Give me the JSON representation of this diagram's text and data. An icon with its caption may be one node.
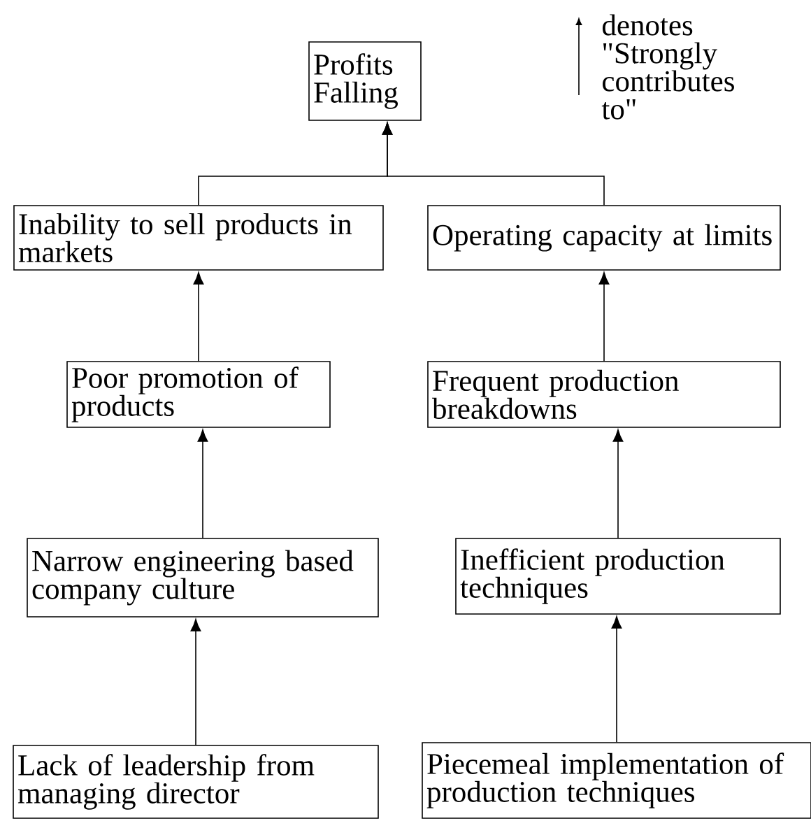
{
  "diagram": {
    "nodes": [
      {
        "text": [
          "Profits Falling"
        ]
      },
      {
        "text": [
          "Inability to sell products in markets"
        ]
      },
      {
        "text": [
          "Operating capacity at limits"
        ]
      },
      {
        "text": [
          "Poor promotion of products"
        ]
      },
      {
        "text": [
          "Frequent production breakdowns"
        ]
      },
      {
        "text": [
          "Narrow engineering based company culture"
        ]
      },
      {
        "text": [
          "Inefficient production techniques"
        ]
      },
      {
        "text": [
          "Lack of leadership from managing director"
        ]
      },
      {
        "text": [
          "Piecemeal implementation of production techniques"
        ]
      }
    ],
    "edges": [
      {
        "from": 1,
        "to": 0,
        "arrow": "to"
      },
      {
        "from": 2,
        "to": 0,
        "arrow": "to"
      },
      {
        "from": 3,
        "to": 1,
        "arrow": "to"
      },
      {
        "from": 4,
        "to": 2,
        "arrow": "to"
      },
      {
        "from": 5,
        "to": 3,
        "arrow": "to"
      },
      {
        "from": 6,
        "to": 4,
        "arrow": "to"
      },
      {
        "from": 7,
        "to": 5,
        "arrow": "to"
      },
      {
        "from": 8,
        "to": 6,
        "arrow": "to"
      }
    ],
    "legend": [
      {
        "text": "denotes \"Strongly contributes to\""
      }
    ]
  }
}
